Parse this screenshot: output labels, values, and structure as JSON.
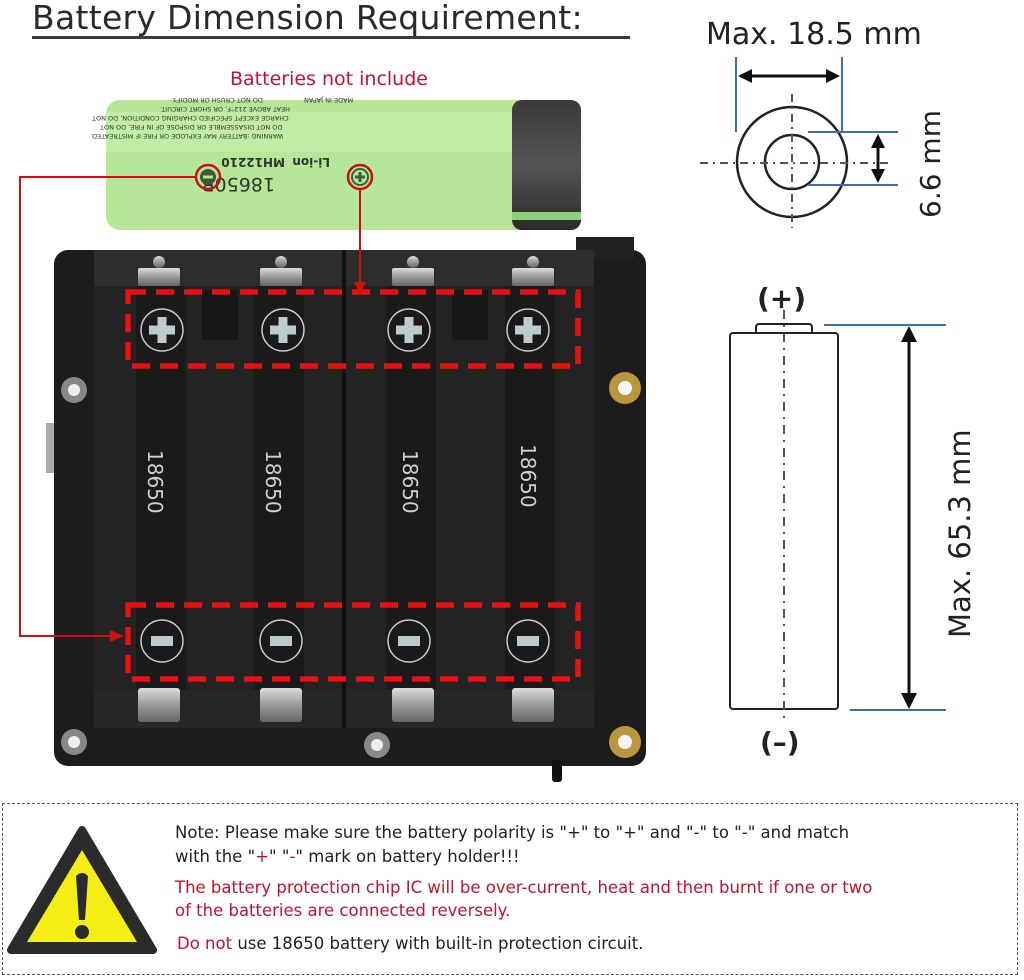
{
  "title": "Battery Dimension Requirement:",
  "batteries_note": "Batteries not include",
  "battery_photo": {
    "model": "18650B",
    "chemistry": "Li-ion",
    "part_number": "MH12210",
    "warning_lines": [
      "WARNING :BATTERY MAY EXPLODE OR FIRE IF MISTREATED.",
      "DO NOT DISASSEMBLE OR DISPOSE OF IN FIRE, DO NOT",
      "CHARGE EXCEPT SPECIFIED CHARGING CONDITION, DO NOT",
      "HEAT ABOVE 212°F, OR SHORT CIRCUIT.",
      "DO NOT CRUSH OR MODIFY."
    ],
    "origin": "MADE IN JAPAN",
    "negative_symbol": "−",
    "positive_symbol": "+"
  },
  "holder": {
    "slot_label": "18650",
    "slots": 4,
    "positive_symbol": "+",
    "negative_symbol": "−"
  },
  "dimensions": {
    "diameter_label": "Max. 18.5 mm",
    "terminal_label": "6.6 mm",
    "length_label": "Max. 65.3 mm",
    "positive_label": "(+)",
    "negative_label": "(–)"
  },
  "note": {
    "line1": "Note: Please make sure the battery polarity is \"+\" to \"+\" and \"-\" to \"-\" and match",
    "line2_pre": "with the \"",
    "line2_plus": "+",
    "line2_mid": "\" \"",
    "line2_minus": "-",
    "line2_post": "\" mark on battery holder!!!",
    "warning_line1": "The battery protection chip IC will be over-current, heat and then burnt if one or two",
    "warning_line2": "of the batteries are connected reversely.",
    "donot_red": "Do not",
    "donot_rest": " use 18650 battery with built-in protection circuit."
  },
  "colors": {
    "accent_red": "#c8102e",
    "dimension_blue": "#3d6fb0",
    "battery_green": "#b5e596",
    "warning_yellow": "#f5ee14",
    "pcb_black": "#1c1c1c"
  }
}
